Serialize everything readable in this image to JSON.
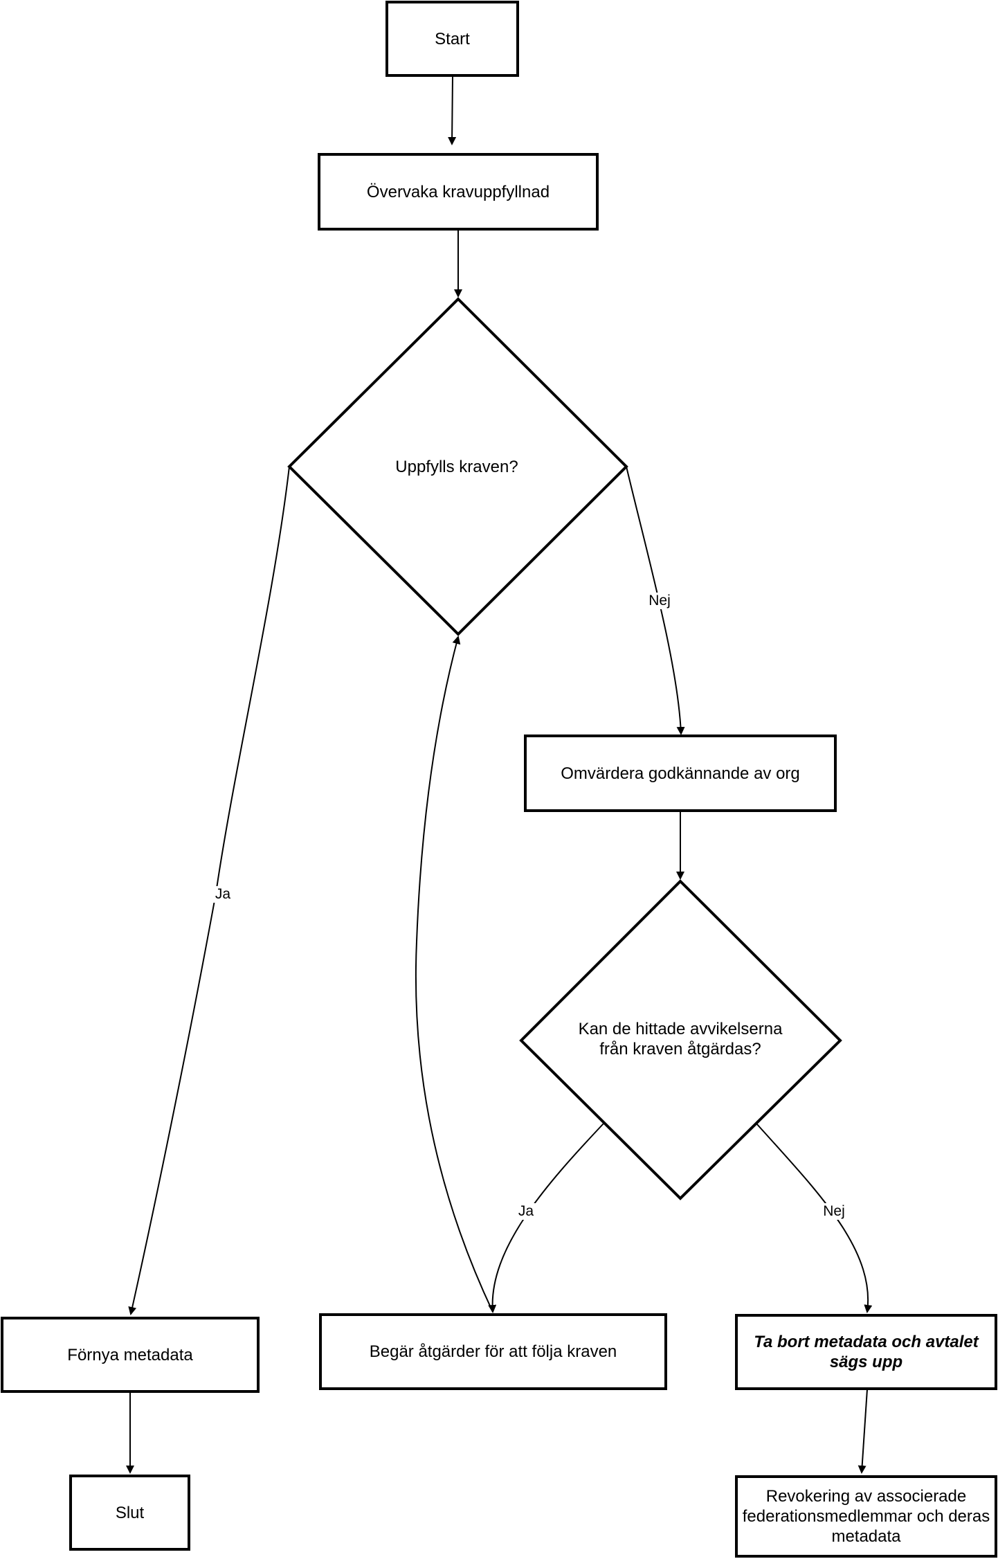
{
  "nodes": {
    "start": "Start",
    "monitor": "Övervaka kravuppfyllnad",
    "decision_requirements": "Uppfylls kraven?",
    "reassess": "Omvärdera godkännande av org",
    "decision_fixable_line1": "Kan de hittade avvikelserna",
    "decision_fixable_line2": "från kraven åtgärdas?",
    "renew": "Förnya metadata",
    "request_actions": "Begär åtgärder för att följa kraven",
    "remove_line1": "Ta bort metadata och avtalet",
    "remove_line2": "sägs upp",
    "end": "Slut",
    "revoke_line1": "Revokering av associerade",
    "revoke_line2": "federationsmedlemmar och deras",
    "revoke_line3": "metadata"
  },
  "edge_labels": {
    "req_yes": "Ja",
    "req_no": "Nej",
    "fix_yes": "Ja",
    "fix_no": "Nej"
  }
}
